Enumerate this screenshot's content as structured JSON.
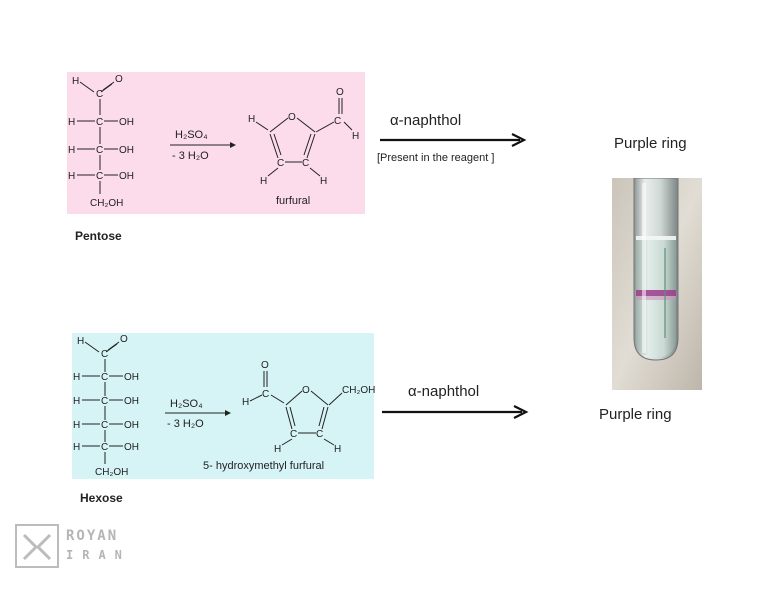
{
  "pentose": {
    "sugar_label": "Pentose",
    "reagent_top": "H₂SO₄",
    "reagent_bottom": "- 3 H₂O",
    "product_label": "furfural",
    "arrow_reagent": "α-naphthol",
    "reagent_note": "[Present in the reagent ]",
    "result": "Purple ring",
    "chain_groups": [
      "OH",
      "OH",
      "OH"
    ],
    "ch2oh": "CH₂OH"
  },
  "hexose": {
    "sugar_label": "Hexose",
    "reagent_top": "H₂SO₄",
    "reagent_bottom": "- 3 H₂O",
    "product_label": "5- hydroxymethyl furfural",
    "arrow_reagent": "α-naphthol",
    "result": "Purple ring",
    "chain_groups": [
      "OH",
      "OH",
      "OH",
      "OH"
    ],
    "ch2oh": "CH₂OH",
    "substituent": "CH₂OH"
  },
  "logo": {
    "name_top": "ROYAN",
    "name_bottom": "IRAN"
  },
  "colors": {
    "pentose_panel": "#fcdcea",
    "hexose_panel": "#d6f3f5",
    "purple_ring": "#9b3a8c"
  }
}
